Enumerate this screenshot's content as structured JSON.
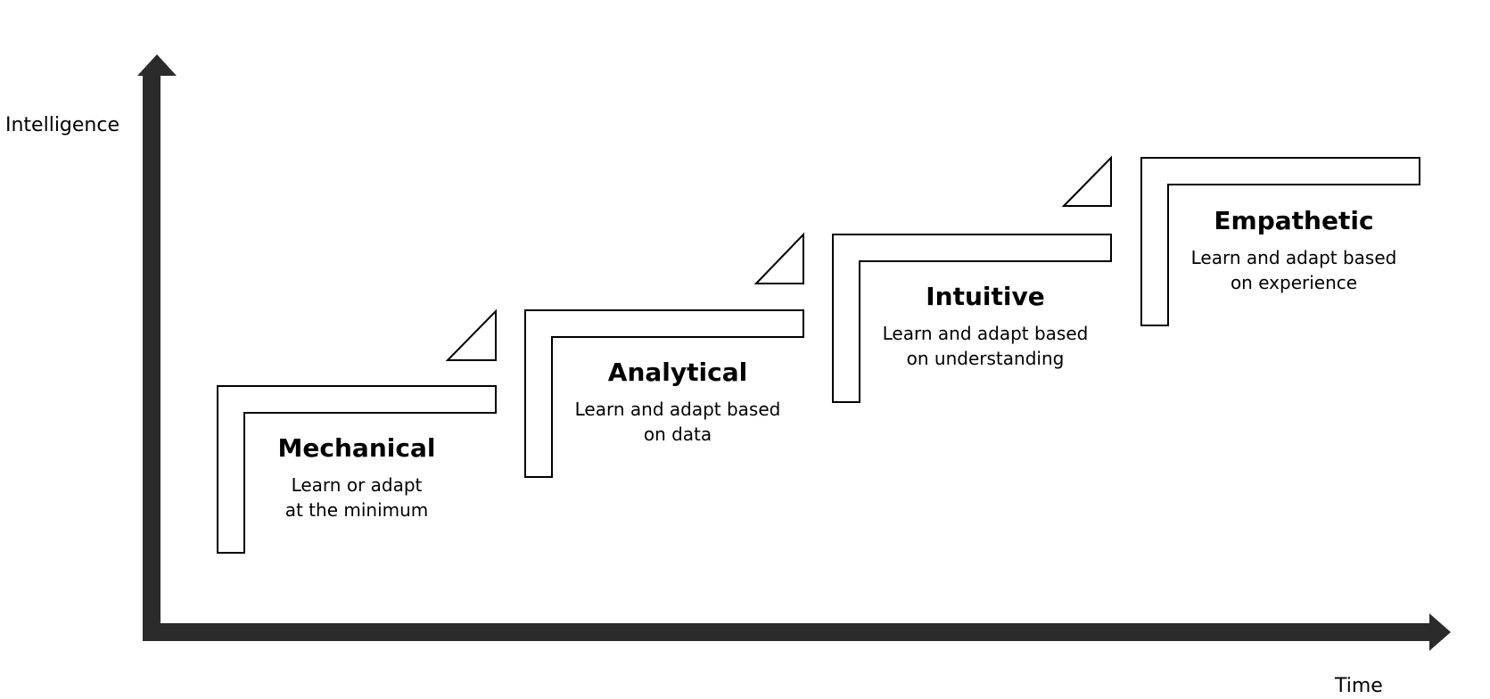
{
  "axes": {
    "y_label": "Intelligence",
    "x_label": "Time"
  },
  "stages": [
    {
      "title": "Mechanical",
      "desc_line1": "Learn or adapt",
      "desc_line2": "at the minimum"
    },
    {
      "title": "Analytical",
      "desc_line1": "Learn and adapt based",
      "desc_line2": "on data"
    },
    {
      "title": "Intuitive",
      "desc_line1": "Learn and adapt based",
      "desc_line2": "on understanding"
    },
    {
      "title": "Empathetic",
      "desc_line1": "Learn and adapt based",
      "desc_line2": "on experience"
    }
  ],
  "colors": {
    "axis": "#2b2b2b",
    "stroke": "#000000",
    "fill": "#ffffff"
  }
}
